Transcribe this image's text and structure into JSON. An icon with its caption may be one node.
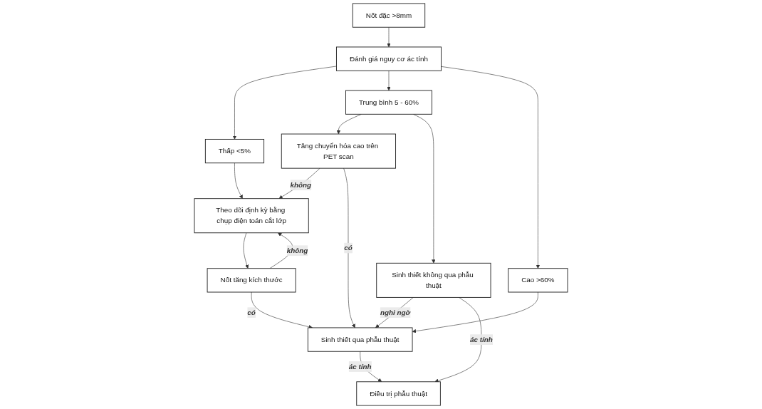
{
  "diagram": {
    "nodes": [
      {
        "text": [
          "Nốt đặc >8mm"
        ]
      },
      {
        "text": [
          "Đánh giá nguy cơ ác tính"
        ]
      },
      {
        "text": [
          "Thấp <5%"
        ]
      },
      {
        "text": [
          "Trung bình 5 - 60%"
        ]
      },
      {
        "text": [
          "Cao >60%"
        ]
      },
      {
        "text": [
          "Theo dõi định kỳ bằng chụp điện toán cắt lớp"
        ]
      },
      {
        "text": [
          "Tăng chuyển hóa cao trên PET scan"
        ]
      },
      {
        "text": [
          "Nốt tăng kích thước"
        ]
      },
      {
        "text": [
          "Sinh thiết qua phẫu thuật"
        ]
      },
      {
        "text": [
          "Sinh thiết không qua phẫu thuật"
        ]
      },
      {
        "text": [
          "Điều trị phẫu thuật"
        ]
      }
    ],
    "edges": [
      {
        "from": 0,
        "to": 1,
        "arrow": "to"
      },
      {
        "from": 1,
        "to": 2,
        "arrow": "to"
      },
      {
        "from": 1,
        "to": 3,
        "arrow": "to"
      },
      {
        "from": 1,
        "to": 4,
        "arrow": "to"
      },
      {
        "from": 2,
        "to": 5,
        "arrow": "to"
      },
      {
        "from": 3,
        "to": 6,
        "arrow": "to"
      },
      {
        "from": 3,
        "to": 9,
        "arrow": "to"
      },
      {
        "from": 6,
        "to": 5,
        "label": "không",
        "arrow": "to"
      },
      {
        "from": 6,
        "to": 8,
        "label": "có",
        "arrow": "to"
      },
      {
        "from": 5,
        "to": 7,
        "arrow": "to"
      },
      {
        "from": 7,
        "to": 5,
        "label": "không",
        "arrow": "to"
      },
      {
        "from": 7,
        "to": 8,
        "label": "có",
        "arrow": "to"
      },
      {
        "from": 4,
        "to": 8,
        "arrow": "to"
      },
      {
        "from": 9,
        "to": 8,
        "label": "nghi ngờ",
        "arrow": "to"
      },
      {
        "from": 8,
        "to": 10,
        "label": "ác tính",
        "arrow": "to"
      },
      {
        "from": 9,
        "to": 10,
        "label": "ác tính",
        "arrow": "to"
      }
    ]
  }
}
